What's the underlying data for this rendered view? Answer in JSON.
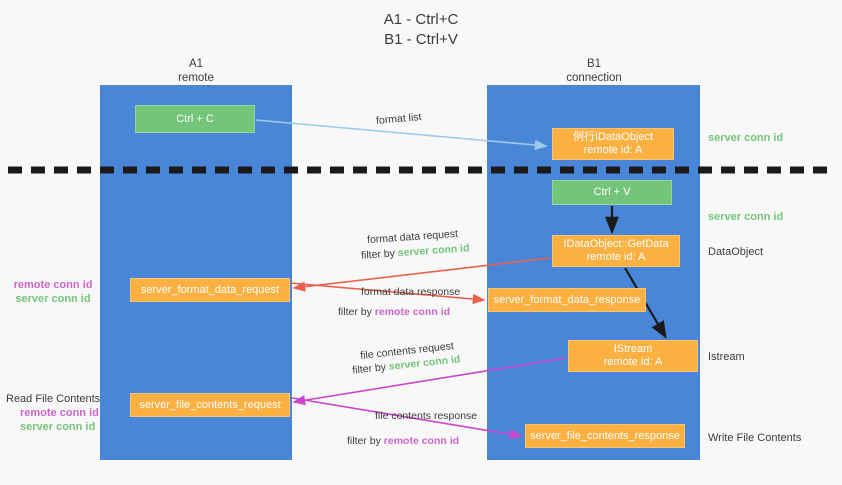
{
  "title": {
    "line1": "A1 - Ctrl+C",
    "line2": "B1 - Ctrl+V"
  },
  "lanes": [
    {
      "id": "a1",
      "name": "A1",
      "sub": "remote",
      "color": "#4a86d8"
    },
    {
      "id": "b1",
      "name": "B1",
      "sub": "connection",
      "color": "#4a86d8"
    }
  ],
  "colors": {
    "lane": "#4a86d8",
    "green_box": "#74c47a",
    "orange_box": "#fbb042",
    "server_conn_id": "#74c47a",
    "remote_conn_id": "#cc66cc",
    "arrow_format_list": "#9ecbe8",
    "arrow_format_data": "#e8604c",
    "arrow_file_contents": "#cc44cc",
    "arrow_black": "#1a1a1a",
    "background": "#f8f8f8"
  },
  "boxes": {
    "ctrl_c": {
      "label": "Ctrl + C"
    },
    "idataobject": {
      "line1": "例行IDataObject",
      "line2": "remote id: A"
    },
    "ctrl_v": {
      "label": "Ctrl + V"
    },
    "getdata": {
      "line1": "IDataObject::GetData",
      "line2": "remote id: A"
    },
    "server_format_data_request": {
      "label": "server_format_data_request"
    },
    "server_format_data_response": {
      "label": "server_format_data_response"
    },
    "istream": {
      "line1": "IStream",
      "line2": "remote id: A"
    },
    "server_file_contents_request": {
      "label": "server_file_contents_request"
    },
    "server_file_contents_response": {
      "label": "server_file_contents_response"
    }
  },
  "flow_labels": {
    "format_list": "format list",
    "format_data_request": "format data request",
    "format_data_request_filter_prefix": "filter by ",
    "format_data_request_filter_value": "server conn id",
    "format_data_response": "format data response",
    "format_data_response_filter_prefix": "filter by ",
    "format_data_response_filter_value": "remote conn id",
    "file_contents_request": "file contents request",
    "file_contents_request_filter_prefix": "filter by ",
    "file_contents_request_filter_value": "server conn id",
    "file_contents_response": "file contents response",
    "file_contents_response_filter_prefix": "filter by ",
    "file_contents_response_filter_value": "remote conn id"
  },
  "right_labels": {
    "server_conn_id_top": "server conn id",
    "server_conn_id_mid": "server conn id",
    "dataobject": "DataObject",
    "istream": "Istream",
    "write_file_contents": "Write File Contents"
  },
  "left_labels": {
    "remote_conn_id_1": "remote conn id",
    "server_conn_id_1": "server conn id",
    "read_file_contents": "Read File Contents",
    "remote_conn_id_2": "remote conn id",
    "server_conn_id_2": "server conn id"
  }
}
